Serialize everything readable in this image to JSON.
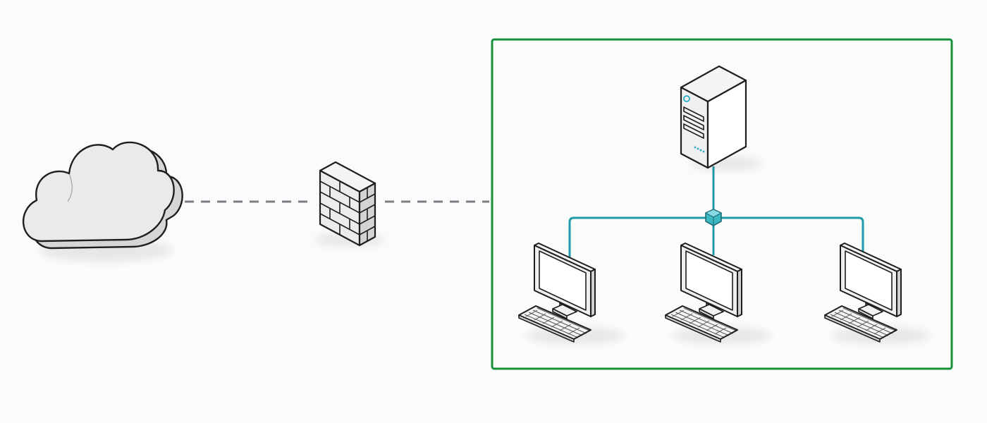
{
  "diagram": {
    "title": "",
    "nodes": [
      {
        "id": "internet",
        "kind": "cloud",
        "icon": "cloud-icon",
        "label": ""
      },
      {
        "id": "firewall",
        "kind": "firewall",
        "icon": "brick-wall-icon",
        "label": ""
      },
      {
        "id": "lan",
        "kind": "network-boundary",
        "label": ""
      },
      {
        "id": "server",
        "kind": "tower-server",
        "icon": "server-tower-icon",
        "label": ""
      },
      {
        "id": "switch",
        "kind": "hub",
        "icon": "switch-icon",
        "label": ""
      },
      {
        "id": "pc-1",
        "kind": "workstation",
        "icon": "desktop-computer-icon",
        "label": ""
      },
      {
        "id": "pc-2",
        "kind": "workstation",
        "icon": "desktop-computer-icon",
        "label": ""
      },
      {
        "id": "pc-3",
        "kind": "workstation",
        "icon": "desktop-computer-icon",
        "label": ""
      }
    ],
    "links": [
      {
        "from": "internet",
        "to": "firewall",
        "style": "dashed"
      },
      {
        "from": "firewall",
        "to": "lan",
        "style": "dashed"
      },
      {
        "from": "server",
        "to": "switch",
        "style": "solid"
      },
      {
        "from": "switch",
        "to": "pc-1",
        "style": "solid"
      },
      {
        "from": "switch",
        "to": "pc-2",
        "style": "solid"
      },
      {
        "from": "switch",
        "to": "pc-3",
        "style": "solid"
      }
    ]
  },
  "colors": {
    "background": "#fbfbfb",
    "outline": "#1e1e1e",
    "dashed_link": "#7d7d84",
    "lan_border": "#16913a",
    "lan_link": "#1f9aa8",
    "switch_fill": "#3fb7c2",
    "accent": "#27a9c3",
    "face_light": "#ffffff",
    "face_mid": "#e6e6e6",
    "face_dark": "#cfcfcf"
  }
}
